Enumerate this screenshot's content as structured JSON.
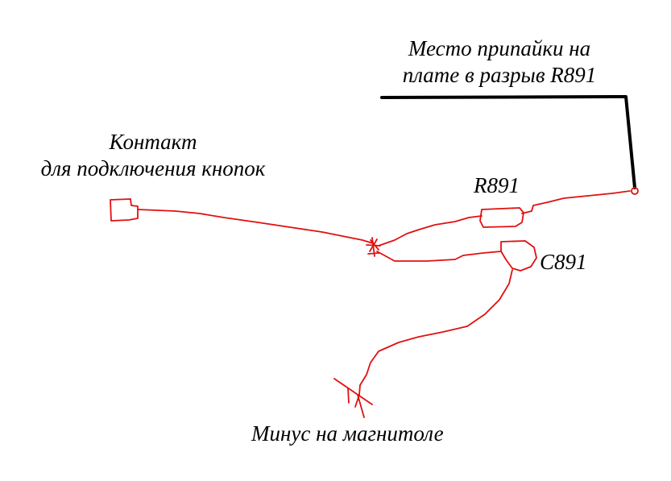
{
  "labels": {
    "solder_point_line1": "Место припайки на",
    "solder_point_line2": "плате в разрыв R891",
    "contact_line1": "Контакт",
    "contact_line2": "для подключения кнопок",
    "resistor": "R891",
    "capacitor": "C891",
    "minus": "Минус на магнитоле"
  },
  "colors": {
    "wire": "#e01010",
    "leader": "#000000",
    "text": "#000000"
  }
}
